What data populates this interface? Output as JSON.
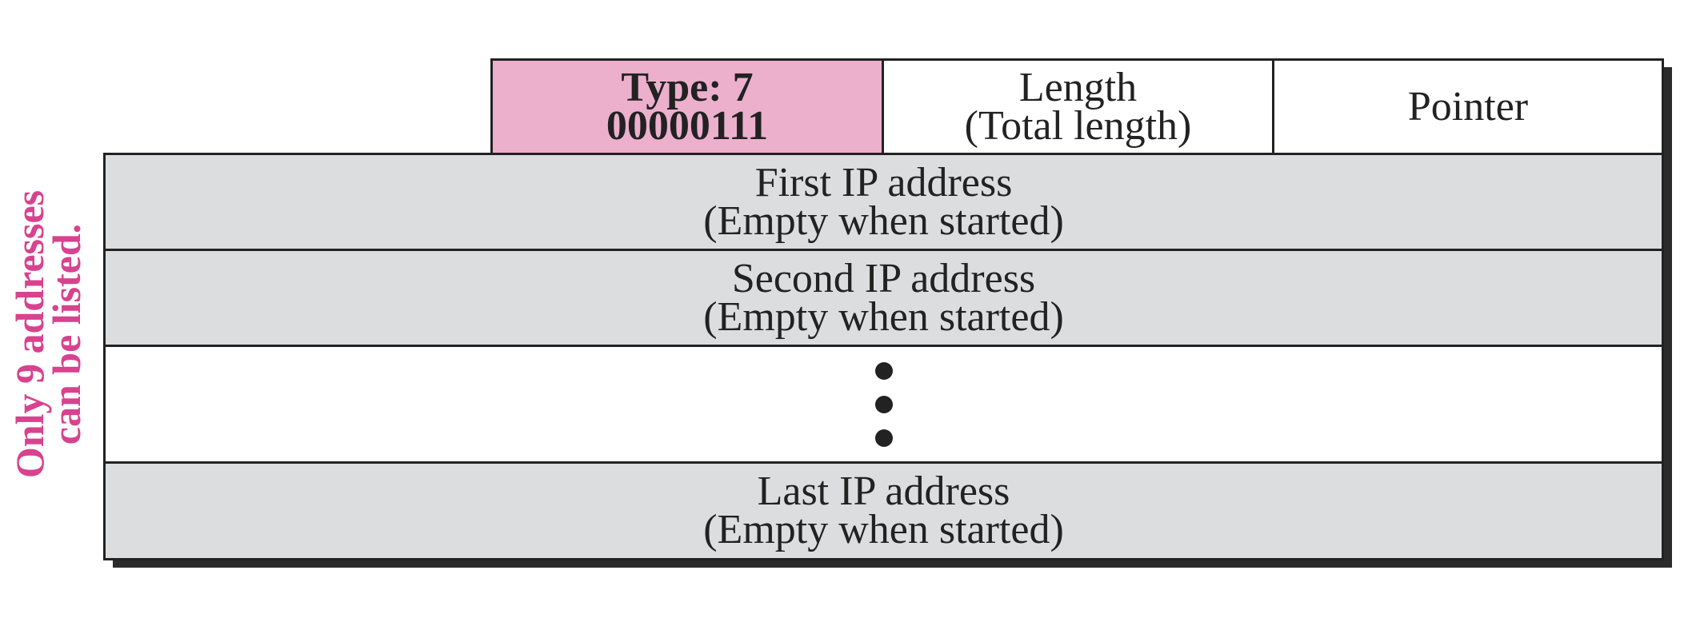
{
  "colors": {
    "type_fill": "#ecb0cd",
    "row_fill": "#dcdddf",
    "blank_fill": "#ffffff",
    "border": "#222222",
    "note_text": "#d8428e"
  },
  "header": {
    "type": {
      "line1": "Type: 7",
      "line2": "00000111"
    },
    "length": {
      "line1": "Length",
      "line2": "(Total length)"
    },
    "pointer": {
      "label": "Pointer"
    }
  },
  "rows": [
    {
      "line1": "First IP address",
      "line2": "(Empty when started)"
    },
    {
      "line1": "Second IP address",
      "line2": "(Empty when started)"
    },
    {
      "line1": "Last IP address",
      "line2": "(Empty when started)"
    }
  ],
  "side_note": {
    "line1": "Only 9 addresses",
    "line2": "can be listed."
  }
}
